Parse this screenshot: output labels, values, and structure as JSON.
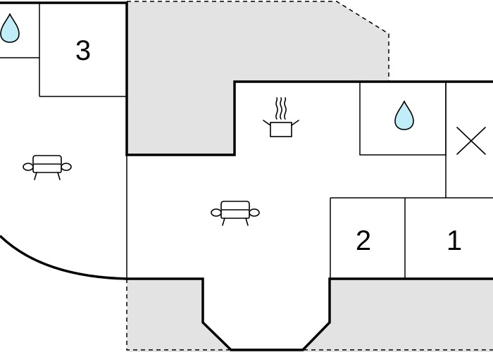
{
  "plan": {
    "rooms": [
      {
        "id": "room-3",
        "label": "3"
      },
      {
        "id": "room-2",
        "label": "2"
      },
      {
        "id": "room-1",
        "label": "1"
      }
    ],
    "icons": [
      {
        "name": "water-drop-icon",
        "room": "bathroom-top-left"
      },
      {
        "name": "water-drop-icon",
        "room": "bathroom-center"
      },
      {
        "name": "sofa-icon",
        "room": "living-left"
      },
      {
        "name": "sofa-icon",
        "room": "living-center"
      },
      {
        "name": "cooking-pot-icon",
        "room": "kitchen"
      },
      {
        "name": "cross-icon",
        "room": "storage"
      }
    ],
    "colors": {
      "outside": "#e3e3e3",
      "water": "#bfeef8",
      "wall": "#000000"
    }
  }
}
